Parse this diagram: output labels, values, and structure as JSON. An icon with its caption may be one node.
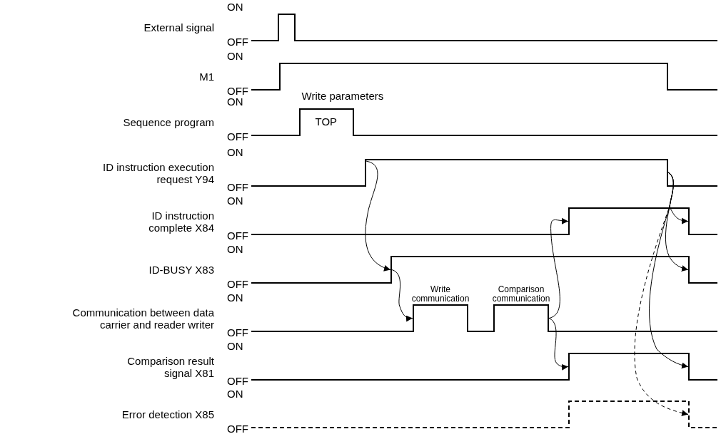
{
  "diagram": {
    "nodes": [
      {
        "text": [
          "External signal"
        ]
      },
      {
        "text": [
          "M1"
        ]
      },
      {
        "text": [
          "Sequence program"
        ]
      },
      {
        "text": [
          "ID instruction execution request Y94"
        ]
      },
      {
        "text": [
          "ID instruction complete X84"
        ]
      },
      {
        "text": [
          "ID-BUSY X83"
        ]
      },
      {
        "text": [
          "Communication between data carrier and reader writer"
        ]
      },
      {
        "text": [
          "Comparison result signal X81"
        ]
      },
      {
        "text": [
          "Error detection X85"
        ]
      }
    ],
    "edges": [
      {
        "from": 3,
        "to": 5,
        "arrow": "to"
      },
      {
        "from": 5,
        "to": 6,
        "arrow": "to"
      },
      {
        "from": 6,
        "to": 4,
        "arrow": "to"
      },
      {
        "from": 6,
        "to": 7,
        "arrow": "to"
      },
      {
        "from": 3,
        "to": 4,
        "arrow": "to"
      },
      {
        "from": 3,
        "to": 5,
        "arrow": "to"
      },
      {
        "from": 3,
        "to": 7,
        "arrow": "to"
      },
      {
        "from": 3,
        "to": 8,
        "arrow": "to",
        "style": "dashed"
      }
    ],
    "labels": [
      "ON",
      "OFF",
      "ON",
      "OFF",
      "Write parameters",
      "ON",
      "TOP",
      "OFF",
      "ON",
      "OFF",
      "ON",
      "OFF",
      "ON",
      "OFF",
      "Write communication",
      "Comparison communication",
      "ON",
      "OFF",
      "ON",
      "OFF",
      "ON",
      "OFF"
    ]
  }
}
